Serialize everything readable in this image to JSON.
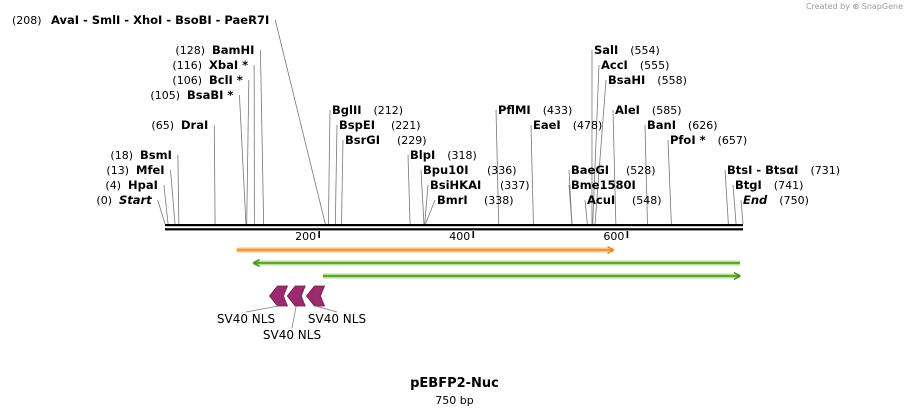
{
  "credit": {
    "prefix": "Created by",
    "brand": "SnapGene"
  },
  "plasmid": {
    "name": "pEBFP2-Nuc",
    "length_label": "750 bp",
    "length": 750
  },
  "ruler": {
    "ticks": [
      200,
      400,
      600
    ]
  },
  "sites": [
    {
      "id": "start",
      "name": "Start",
      "pos": 0,
      "pos_label": "(0)",
      "italic": true,
      "side": "left",
      "row": 0
    },
    {
      "id": "hpai",
      "name": "HpaI",
      "pos": 4,
      "pos_label": "(4)",
      "side": "left",
      "row": 1
    },
    {
      "id": "mfei",
      "name": "MfeI",
      "pos": 13,
      "pos_label": "(13)",
      "side": "left",
      "row": 2
    },
    {
      "id": "bsmi",
      "name": "BsmI",
      "pos": 18,
      "pos_label": "(18)",
      "side": "left",
      "row": 3
    },
    {
      "id": "drai",
      "name": "DraI",
      "pos": 65,
      "pos_label": "(65)",
      "side": "left",
      "row": 5
    },
    {
      "id": "bsabi",
      "name": "BsaBI *",
      "pos": 105,
      "pos_label": "(105)",
      "side": "left",
      "row": 7
    },
    {
      "id": "bcli",
      "name": "BclI *",
      "pos": 106,
      "pos_label": "(106)",
      "side": "left",
      "row": 8
    },
    {
      "id": "xbai",
      "name": "XbaI *",
      "pos": 116,
      "pos_label": "(116)",
      "side": "left",
      "row": 9
    },
    {
      "id": "bamhi",
      "name": "BamHI",
      "pos": 128,
      "pos_label": "(128)",
      "side": "left",
      "row": 10
    },
    {
      "id": "multi",
      "name": "AvaI  -  SmlI  -  XhoI  -  BsoBI  -  PaeR7I",
      "pos": 208,
      "pos_label": "(208)",
      "side": "left",
      "row": 12
    },
    {
      "id": "bglii",
      "name": "BglII",
      "pos": 212,
      "pos_label": "(212)",
      "side": "right",
      "row": 6
    },
    {
      "id": "bspei",
      "name": "BspEI",
      "pos": 221,
      "pos_label": "(221)",
      "side": "right",
      "row": 5
    },
    {
      "id": "bsrgi",
      "name": "BsrGI",
      "pos": 229,
      "pos_label": "(229)",
      "side": "right",
      "row": 4
    },
    {
      "id": "blpi",
      "name": "BlpI",
      "pos": 318,
      "pos_label": "(318)",
      "side": "right",
      "row": 3
    },
    {
      "id": "bpu10i",
      "name": "Bpu10I",
      "pos": 336,
      "pos_label": "(336)",
      "side": "right",
      "row": 2
    },
    {
      "id": "bsihkai",
      "name": "BsiHKAI",
      "pos": 337,
      "pos_label": "(337)",
      "side": "right",
      "row": 1
    },
    {
      "id": "bmri",
      "name": "BmrI",
      "pos": 338,
      "pos_label": "(338)",
      "side": "right",
      "row": 0
    },
    {
      "id": "pflmi",
      "name": "PflMI",
      "pos": 433,
      "pos_label": "(433)",
      "side": "right",
      "row": 6
    },
    {
      "id": "eaei",
      "name": "EaeI",
      "pos": 478,
      "pos_label": "(478)",
      "side": "right",
      "row": 5
    },
    {
      "id": "baegi",
      "name": "BaeGI",
      "pos": 528,
      "pos_label": "(528)",
      "side": "right",
      "row": 2
    },
    {
      "id": "bme1580i",
      "name": "Bme1580I",
      "pos": 528,
      "pos_label": "",
      "side": "right",
      "row": 1
    },
    {
      "id": "acui",
      "name": "AcuI",
      "pos": 548,
      "pos_label": "(548)",
      "side": "right",
      "row": 0
    },
    {
      "id": "sali",
      "name": "SalI",
      "pos": 554,
      "pos_label": "(554)",
      "side": "right",
      "row": 10
    },
    {
      "id": "acci",
      "name": "AccI",
      "pos": 555,
      "pos_label": "(555)",
      "side": "right",
      "row": 9
    },
    {
      "id": "bsahi",
      "name": "BsaHI",
      "pos": 558,
      "pos_label": "(558)",
      "side": "right",
      "row": 8
    },
    {
      "id": "alei",
      "name": "AleI",
      "pos": 585,
      "pos_label": "(585)",
      "side": "right",
      "row": 6
    },
    {
      "id": "bani",
      "name": "BanI",
      "pos": 626,
      "pos_label": "(626)",
      "side": "right",
      "row": 5
    },
    {
      "id": "pfoi",
      "name": "PfoI *",
      "pos": 657,
      "pos_label": "(657)",
      "side": "right",
      "row": 4
    },
    {
      "id": "btsi",
      "name": "BtsI  -  BtsαI",
      "pos": 731,
      "pos_label": "(731)",
      "side": "right",
      "row": 2
    },
    {
      "id": "btgi",
      "name": "BtgI",
      "pos": 741,
      "pos_label": "(741)",
      "side": "right",
      "row": 1
    },
    {
      "id": "end",
      "name": "End",
      "pos": 750,
      "pos_label": "(750)",
      "italic": true,
      "side": "right",
      "row": 0
    }
  ],
  "orfs": [
    {
      "id": "orf-orange",
      "start": 93,
      "end": 582,
      "direction": "forward",
      "color": "#f7c486",
      "border": "#e08b2a",
      "level": 0
    },
    {
      "id": "orf-green-1",
      "start": 115,
      "end": 746,
      "direction": "reverse",
      "color": "#b6e08f",
      "border": "#3f8f1b",
      "level": 1
    },
    {
      "id": "orf-green-2",
      "start": 205,
      "end": 746,
      "direction": "forward",
      "color": "#b6e08f",
      "border": "#3f8f1b",
      "level": 2
    }
  ],
  "features": [
    {
      "id": "nls-1",
      "start": 133,
      "end": 155,
      "direction": "reverse",
      "label": "SV40 NLS"
    },
    {
      "id": "nls-2",
      "start": 156,
      "end": 178,
      "direction": "reverse",
      "label": "SV40 NLS"
    },
    {
      "id": "nls-3",
      "start": 181,
      "end": 203,
      "direction": "reverse",
      "label": "SV40 NLS"
    }
  ],
  "feature_color": "#9b2a6e"
}
